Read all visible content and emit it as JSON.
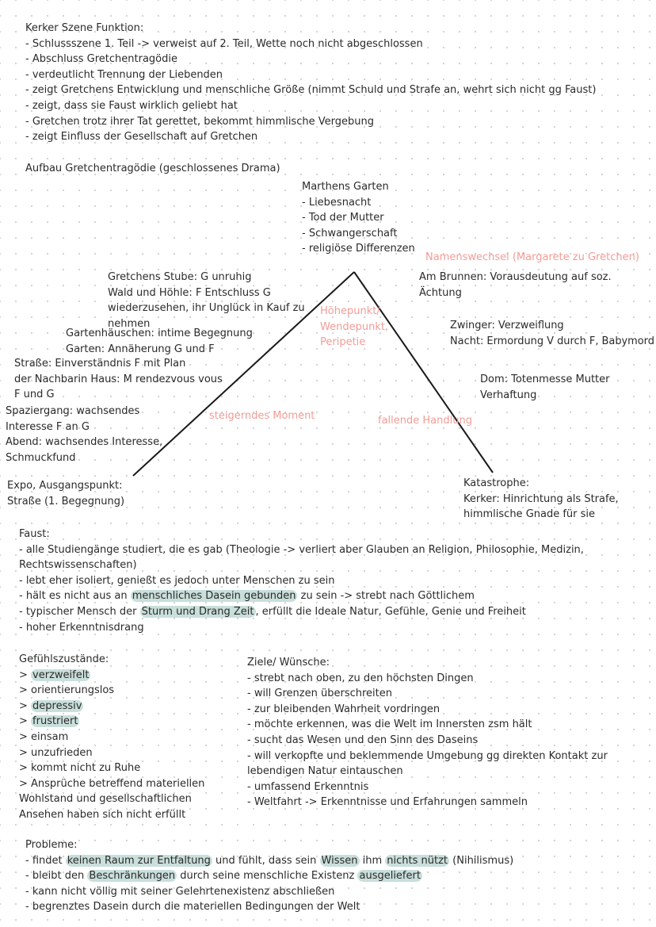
{
  "kerker": {
    "title": "Kerker Szene Funktion:",
    "lines": [
      "- Schlussszene 1. Teil -> verweist auf 2. Teil, Wette noch nicht abgeschlossen",
      "- Abschluss Gretchentragödie",
      "- verdeutlicht Trennung der Liebenden",
      "- zeigt Gretchens Entwicklung und menschliche Größe (nimmt Schuld und Strafe an, wehrt sich nicht gg Faust)",
      "- zeigt, dass sie Faust wirklich geliebt hat",
      "- Gretchen trotz ihrer Tat gerettet, bekommt himmlische Vergebung",
      "- zeigt Einfluss der Gesellschaft auf Gretchen"
    ]
  },
  "aufbau": {
    "title": "Aufbau Gretchentragödie (geschlossenes Drama)",
    "peak": {
      "title": "Marthens Garten",
      "lines": [
        "- Liebesnacht",
        "- Tod der Mutter",
        "- Schwangerschaft",
        "- religiöse Differenzen"
      ]
    },
    "peak_label": [
      "Höhepunkt/",
      "Wendepunkt,",
      "Peripetie"
    ],
    "rising_label": "steigerndes Moment",
    "falling_label": "fallende Handlung",
    "namenswechsel": "Namenswechsel (Margarete zu Gretchen)",
    "rising": {
      "stube": [
        "Gretchens Stube: G unruhig",
        "Wald und Höhle: F Entschluss G",
        "wiederzusehen, ihr Unglück in Kauf zu",
        "nehmen"
      ],
      "garten": [
        "Gartenhäuschen: intime Begegnung",
        "Garten: Annäherung G und F"
      ],
      "strasse": [
        "Straße: Einverständnis F mit Plan",
        "der Nachbarin Haus: M rendezvous vous",
        "F und G"
      ],
      "spaziergang": [
        "Spaziergang: wachsendes",
        "Interesse F an G",
        "Abend: wachsendes Interesse,",
        "Schmuckfund"
      ],
      "expo": [
        "Expo, Ausgangspunkt:",
        "Straße (1. Begegnung)"
      ]
    },
    "falling": {
      "brunnen": [
        "Am Brunnen: Vorausdeutung auf soz.",
        "Ächtung"
      ],
      "zwinger": [
        "Zwinger: Verzweiflung",
        "Nacht: Ermordung V durch F, Babymord"
      ],
      "dom": [
        "Dom: Totenmesse Mutter",
        "Verhaftung"
      ],
      "katastrophe": [
        "Katastrophe:",
        "Kerker: Hinrichtung als Strafe,",
        "himmlische Gnade für sie"
      ]
    }
  },
  "faust": {
    "title": "Faust:",
    "l1": "- alle Studiengänge studiert, die es gab (Theologie -> verliert aber Glauben an Religion, Philosophie, Medizin,",
    "l2": "Rechtswissenschaften)",
    "l3": "- lebt eher isoliert, genießt es jedoch unter Menschen zu sein",
    "l4a": "- hält es nicht aus an ",
    "l4b": "menschliches Dasein gebunden",
    "l4c": " zu sein -> strebt nach Göttlichem",
    "l5a": "- typischer Mensch der ",
    "l5b": "Sturm und Drang Zeit",
    "l5c": ", erfüllt die Ideale Natur, Gefühle, Genie und Freiheit",
    "l6": "- hoher Erkenntnisdrang"
  },
  "gefuehl": {
    "title": "Gefühlszustände:",
    "i1": "verzweifelt",
    "i2": "> orientierungslos",
    "i3": "depressiv",
    "i4": "frustriert",
    "i5": "> einsam",
    "i6": "> unzufrieden",
    "i7": "> kommt nicht zu Ruhe",
    "i8": "> Ansprüche betreffend materiellen",
    "i9": "Wohlstand und gesellschaftlichen",
    "i10": "Ansehen haben sich nicht erfüllt"
  },
  "ziele": {
    "title": "Ziele/ Wünsche:",
    "lines": [
      "- strebt nach oben, zu den höchsten Dingen",
      "- will Grenzen überschreiten",
      "- zur bleibenden Wahrheit vordringen",
      "- möchte erkennen, was die Welt im Innersten zsm hält",
      "- sucht das Wesen und den Sinn des Daseins",
      "- will verkopfte und beklemmende Umgebung gg direkten Kontakt zur",
      "lebendigen Natur eintauschen",
      "- umfassend Erkenntnis",
      "- Weltfahrt -> Erkenntnisse und Erfahrungen sammeln"
    ]
  },
  "probleme": {
    "title": "Probleme:",
    "p1a": "- findet ",
    "p1b": "keinen Raum zur Entfaltung",
    "p1c": " und fühlt, dass sein ",
    "p1d": "Wissen",
    "p1e": " ihm ",
    "p1f": "nichts nützt",
    "p1g": " (Nihilismus)",
    "p2a": "- bleibt den ",
    "p2b": "Beschränkungen",
    "p2c": " durch seine menschliche Existenz ",
    "p2d": "ausgeliefert",
    "p3": "- kann nicht völlig mit seiner Gelehrtenexistenz abschließen",
    "p4": "- begrenztes Dasein durch die materiellen Bedingungen der Welt"
  },
  "colors": {
    "accent_pink": "#f29c96",
    "highlight": "#c9dfdb",
    "text": "#2a2a2a",
    "dot_grid": "#cfcfcf"
  }
}
